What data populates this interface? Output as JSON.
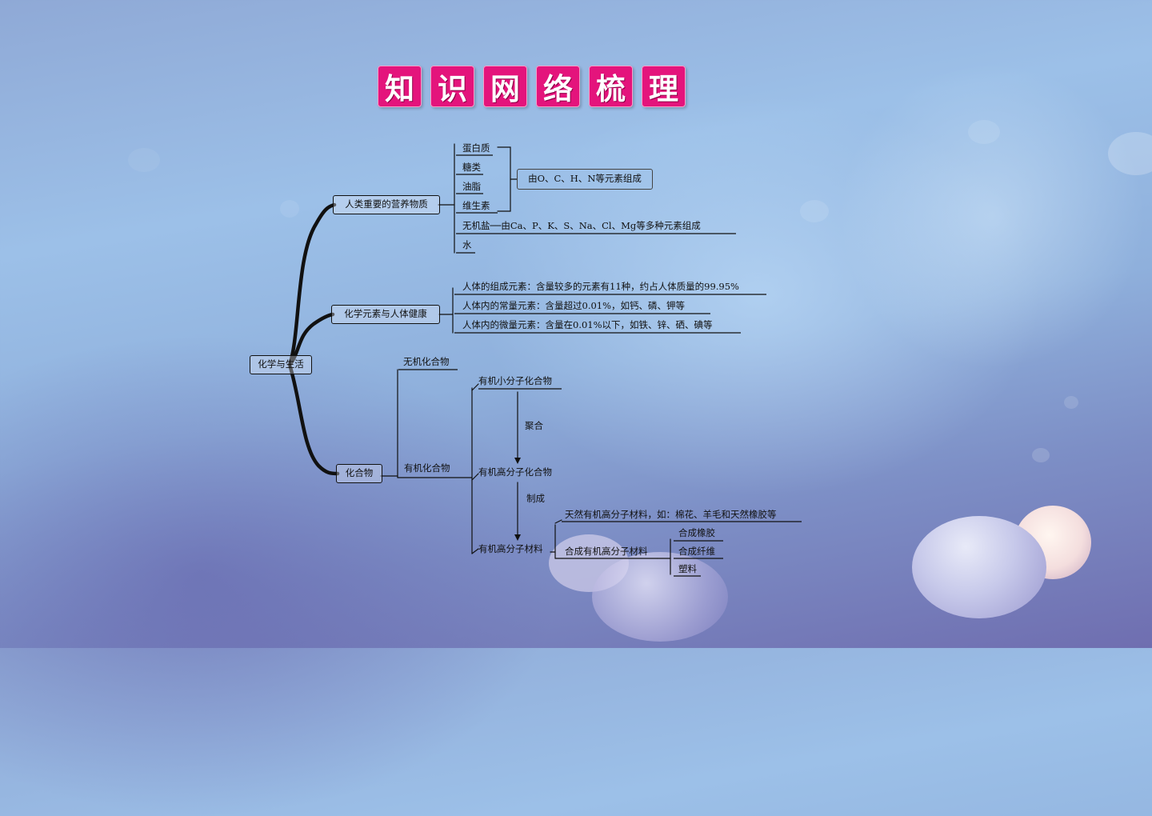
{
  "title": {
    "chars": [
      "知",
      "识",
      "网",
      "络",
      "梳",
      "理"
    ]
  },
  "root": "化学与生活",
  "branch1": {
    "label": "人类重要的营养物质",
    "items": [
      "蛋白质",
      "糖类",
      "油脂",
      "维生素",
      "无机盐──由Ca、P、K、S、Na、Cl、Mg等多种元素组成",
      "水"
    ],
    "bracket_note": "由O、C、H、N等元素组成"
  },
  "branch2": {
    "label": "化学元素与人体健康",
    "items": [
      "人体的组成元素：含量较多的元素有11种，约占人体质量的99.95%",
      "人体内的常量元素：含量超过0.01%，如钙、磷、钾等",
      "人体内的微量元素：含量在0.01%以下，如铁、锌、硒、碘等"
    ]
  },
  "branch3": {
    "label": "化合物",
    "inorganic": "无机化合物",
    "organic": "有机化合物",
    "organic_small": "有机小分子化合物",
    "arrow1_label": "聚合",
    "organic_polymer": "有机高分子化合物",
    "arrow2_label": "制成",
    "polymer_material": "有机高分子材料",
    "natural_material": "天然有机高分子材料，如：棉花、羊毛和天然橡胶等",
    "synthetic_material": "合成有机高分子材料",
    "synthetic_items": [
      "合成橡胶",
      "合成纤维",
      "塑料"
    ]
  },
  "colors": {
    "title_bg": "#e4147c",
    "line": "#111111"
  }
}
